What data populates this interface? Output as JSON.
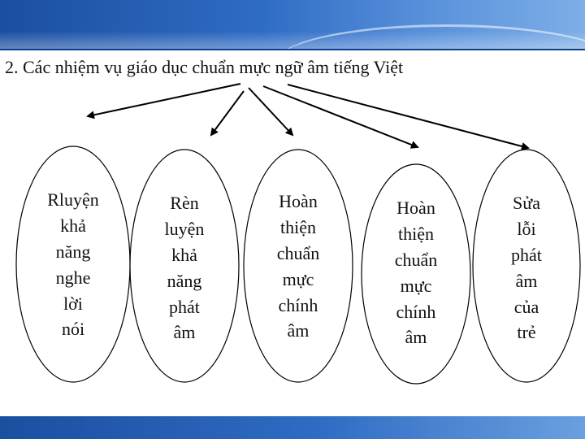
{
  "title": "2. Các nhiệm vụ giáo dục chuẩn mực ngữ âm tiếng Việt",
  "nodes": [
    {
      "lines": [
        "Rluyện",
        "khả",
        "năng",
        "nghe",
        "lời",
        "nói"
      ]
    },
    {
      "lines": [
        "Rèn",
        "luyện",
        "khả",
        "năng",
        "phát",
        "âm"
      ]
    },
    {
      "lines": [
        "Hoàn",
        "thiện",
        "chuẩn",
        "mực",
        "chính",
        "âm"
      ]
    },
    {
      "lines": [
        "Hoàn",
        "thiện",
        "chuẩn",
        "mực",
        "chính",
        "âm"
      ]
    },
    {
      "lines": [
        "Sửa",
        "lỗi",
        "phát",
        "âm",
        "của",
        "trẻ"
      ]
    }
  ],
  "colors": {
    "header_blue": "#2f6cc4",
    "line": "#000000"
  }
}
